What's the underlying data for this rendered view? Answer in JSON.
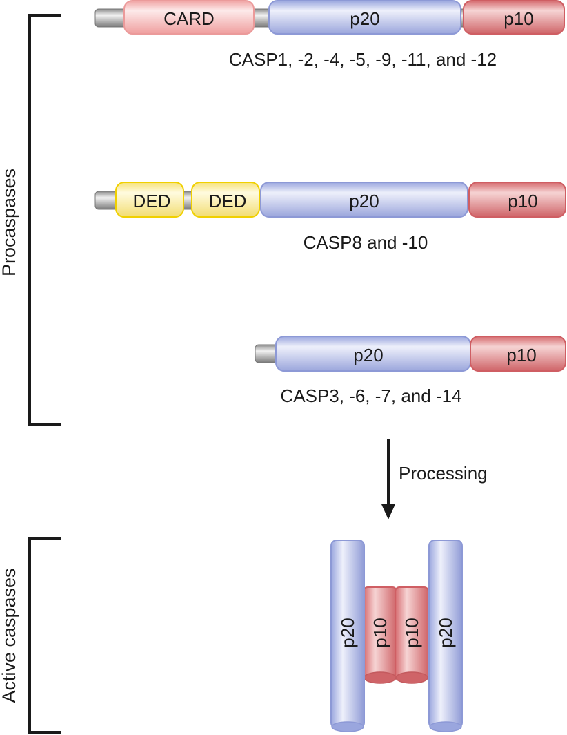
{
  "brackets": {
    "procaspases": "Procaspases",
    "active": "Active caspases"
  },
  "rows": [
    {
      "domains": [
        "CARD",
        "p20",
        "p10"
      ],
      "caption": "CASP1, -2, -4, -5, -9, -11, and -12"
    },
    {
      "domains": [
        "DED",
        "DED",
        "p20",
        "p10"
      ],
      "caption": "CASP8 and -10"
    },
    {
      "domains": [
        "p20",
        "p10"
      ],
      "caption": "CASP3, -6, -7, and -14"
    }
  ],
  "arrow": {
    "label": "Processing"
  },
  "active_complex": {
    "subunits": [
      "p20",
      "p10",
      "p10",
      "p20"
    ]
  },
  "colors": {
    "card": "#f2a4a4",
    "p20": "#aab4e6",
    "p10": "#dc7b7e",
    "ded": "#fff2a0",
    "linker": "#b8b8b8"
  }
}
